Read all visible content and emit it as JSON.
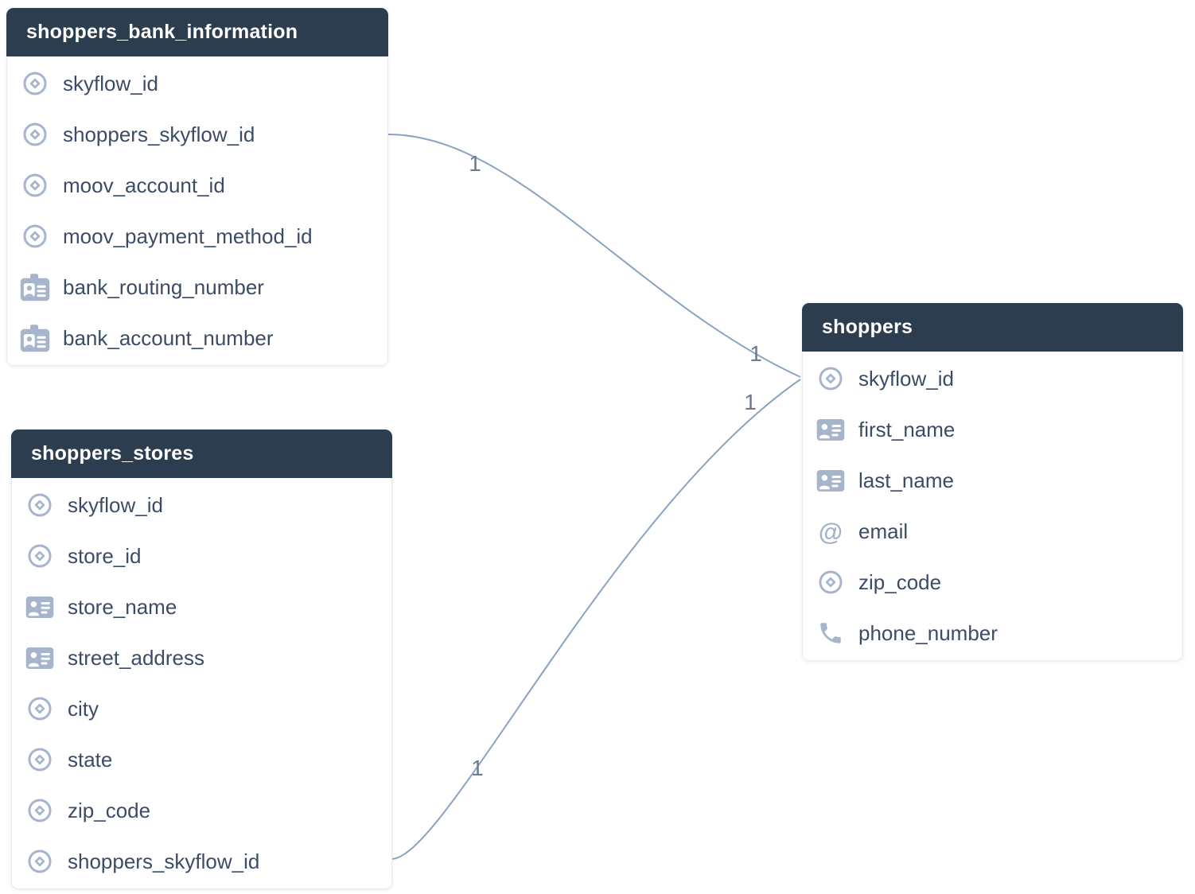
{
  "diagram": {
    "type": "entity-relationship",
    "colors": {
      "table_header_bg": "#2c3d4f",
      "table_header_text": "#ffffff",
      "field_text": "#3c4c67",
      "icon": "#a6b5cb",
      "edge_line": "#8aa3c2",
      "edge_label_text": "#6d7b8f",
      "card_border": "#e9ebf0",
      "background": "#ffffff"
    }
  },
  "tables": [
    {
      "title": "shoppers_bank_information",
      "rows": [
        {
          "label": "skyflow_id",
          "icon": "target-icon"
        },
        {
          "label": "shoppers_skyflow_id",
          "icon": "target-icon"
        },
        {
          "label": "moov_account_id",
          "icon": "target-icon"
        },
        {
          "label": "moov_payment_method_id",
          "icon": "target-icon"
        },
        {
          "label": "bank_routing_number",
          "icon": "id-badge-icon"
        },
        {
          "label": "bank_account_number",
          "icon": "id-badge-icon"
        }
      ]
    },
    {
      "title": "shoppers_stores",
      "rows": [
        {
          "label": "skyflow_id",
          "icon": "target-icon"
        },
        {
          "label": "store_id",
          "icon": "target-icon"
        },
        {
          "label": "store_name",
          "icon": "contact-card-icon"
        },
        {
          "label": "street_address",
          "icon": "contact-card-icon"
        },
        {
          "label": "city",
          "icon": "target-icon"
        },
        {
          "label": "state",
          "icon": "target-icon"
        },
        {
          "label": "zip_code",
          "icon": "target-icon"
        },
        {
          "label": "shoppers_skyflow_id",
          "icon": "target-icon"
        }
      ]
    },
    {
      "title": "shoppers",
      "rows": [
        {
          "label": "skyflow_id",
          "icon": "target-icon"
        },
        {
          "label": "first_name",
          "icon": "contact-card-icon"
        },
        {
          "label": "last_name",
          "icon": "contact-card-icon"
        },
        {
          "label": "email",
          "icon": "at-sign-icon"
        },
        {
          "label": "zip_code",
          "icon": "target-icon"
        },
        {
          "label": "phone_number",
          "icon": "phone-icon"
        }
      ]
    }
  ],
  "relationships": [
    {
      "source_table": "shoppers_bank_information",
      "source_field": "shoppers_skyflow_id",
      "target_table": "shoppers",
      "target_field": "skyflow_id",
      "source_label": "1",
      "target_label": "1"
    },
    {
      "source_table": "shoppers_stores",
      "source_field": "shoppers_skyflow_id",
      "target_table": "shoppers",
      "target_field": "skyflow_id",
      "source_label": "1",
      "target_label": "1"
    }
  ]
}
